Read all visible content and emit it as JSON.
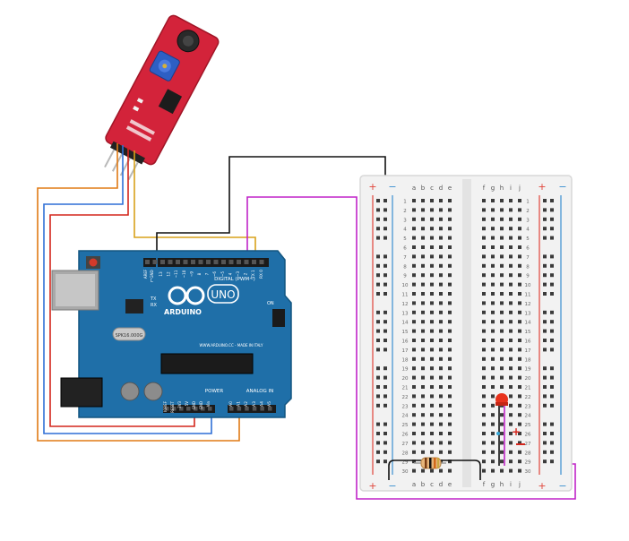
{
  "arduino": {
    "brand": "ARDUINO",
    "model": "UNO",
    "digital_label": "DIGITAL (PWM~)",
    "power_label": "POWER",
    "analog_label": "ANALOG IN",
    "website": "WWW.ARDUINO.CC - MADE IN ITALY",
    "on_label": "ON",
    "aref": "AREF",
    "gnd": "GND",
    "digital_pins": [
      "13",
      "12",
      "~11",
      "~10",
      "~9",
      "8",
      "7",
      "~6",
      "~5",
      "4",
      "~3",
      "2",
      "TX 1",
      "RX 0"
    ],
    "power_pins": [
      "IOREF",
      "RESET",
      "3V3",
      "5V",
      "GND",
      "GND",
      "Vin"
    ],
    "analog_pins": [
      "A0",
      "A1",
      "A2",
      "A3",
      "A4",
      "A5"
    ],
    "crystal": "SPK16.000G",
    "l_label": "L",
    "tx_label": "TX",
    "rx_label": "RX"
  },
  "breadboard": {
    "column_letters_left": [
      "a",
      "b",
      "c",
      "d",
      "e"
    ],
    "column_letters_right": [
      "f",
      "g",
      "h",
      "i",
      "j"
    ],
    "row_numbers": [
      "1",
      "2",
      "3",
      "4",
      "5",
      "6",
      "7",
      "8",
      "9",
      "10",
      "11",
      "12",
      "13",
      "14",
      "15",
      "16",
      "17",
      "18",
      "19",
      "20",
      "21",
      "22",
      "23",
      "24",
      "25",
      "26",
      "27",
      "28",
      "29",
      "30"
    ],
    "plus": "+",
    "minus": "−"
  },
  "colors": {
    "board_blue": "#1f6fa8",
    "wire_black": "#111111",
    "wire_magenta": "#c024c8",
    "wire_orange": "#e07a14",
    "wire_red": "#d4261c",
    "wire_blue": "#2f6fd6",
    "wire_yellow": "#d9a21a",
    "sensor_red": "#d3233a",
    "led_red": "#e8321c",
    "rail_red": "#e0443a",
    "rail_blue": "#3a8fd0"
  }
}
